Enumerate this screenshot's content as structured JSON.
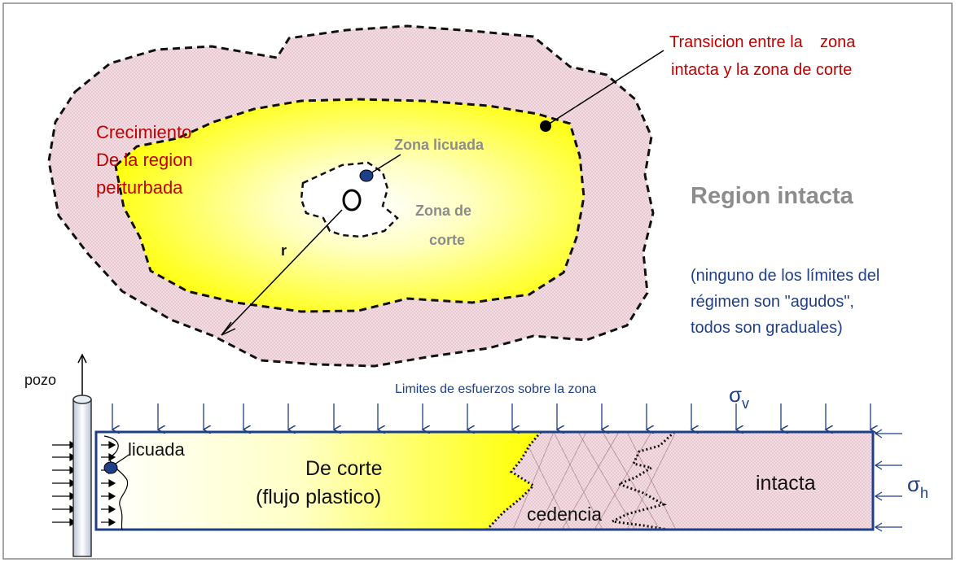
{
  "labels": {
    "transition_line1": "Transicion entre la",
    "transition_line2": "zona",
    "transition_line3": "intacta y la zona de corte",
    "growth_line1": "Crecimiento",
    "growth_line2": "De la region",
    "growth_line3": "perturbada",
    "liquefied_zone": "Zona licuada",
    "shear_zone_line1": "Zona de",
    "shear_zone_line2": "corte",
    "radius": "r",
    "intact_region": "Region intacta",
    "note_line1": "(ninguno de los límites del",
    "note_line2": "régimen son \"agudos\",",
    "note_line3": "todos son graduales)",
    "well": "pozo",
    "stress_limits": "Limites de esfuerzos sobre la zona",
    "sigma": "σ",
    "sigma_v_sub": "v",
    "sigma_h_sub": "h",
    "liquefied": "licuada",
    "shear_line1": "De corte",
    "shear_line2": "(flujo plastico)",
    "yield": "cedencia",
    "intact": "intacta"
  },
  "colors": {
    "red_text": "#c00000",
    "grey_text": "#8c8c8c",
    "blue_text": "#1f3f88",
    "yellow_zone": "#ffff00",
    "pink_zone": "#f4dde2",
    "bar_border": "#1f3f88"
  }
}
